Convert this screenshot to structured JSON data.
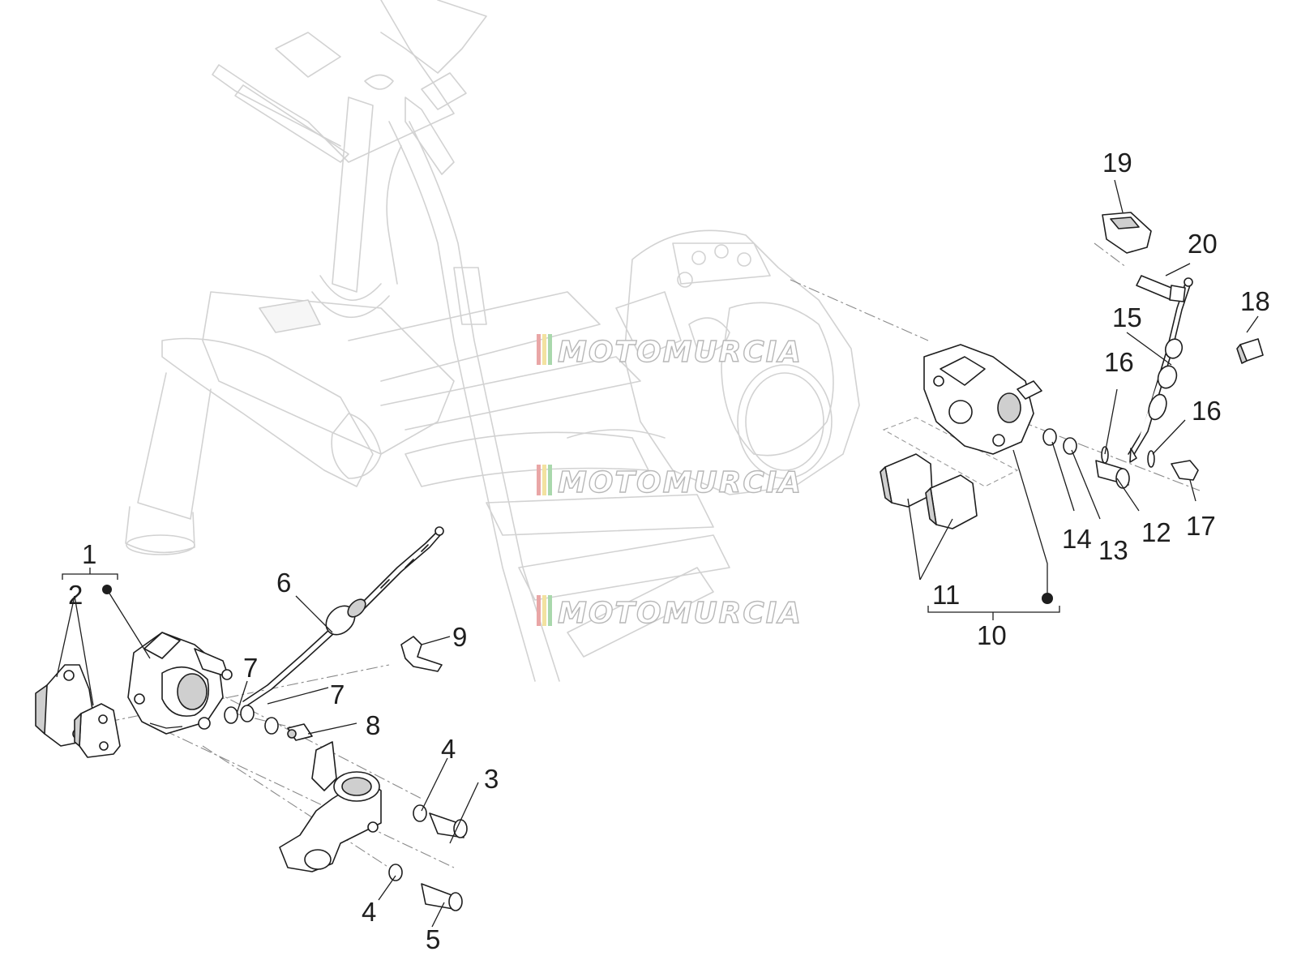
{
  "watermark": "MOTOMURCIA",
  "watermark_stripe_colors": [
    "#e9a6a6",
    "#f3e2a0",
    "#a9d8ac"
  ],
  "callouts": {
    "c1": "1",
    "c2": "2",
    "c3": "3",
    "c4a": "4",
    "c4b": "4",
    "c5": "5",
    "c6": "6",
    "c7a": "7",
    "c7b": "7",
    "c8": "8",
    "c9": "9",
    "c10": "10",
    "c11": "11",
    "c12": "12",
    "c13": "13",
    "c14": "14",
    "c15": "15",
    "c16a": "16",
    "c16b": "16",
    "c17": "17",
    "c18": "18",
    "c19": "19",
    "c20": "20"
  }
}
